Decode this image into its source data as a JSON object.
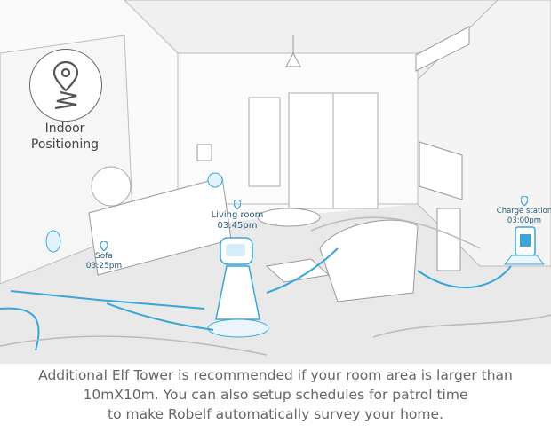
{
  "feature": {
    "icon": "location-pin-path-icon",
    "title_line1": "Indoor",
    "title_line2": "Positioning"
  },
  "markers": [
    {
      "label": "Living room",
      "time": "03:45pm"
    },
    {
      "label": "Sofa",
      "time": "03:25pm"
    },
    {
      "label": "Charge station",
      "time": "03:00pm"
    }
  ],
  "caption": {
    "line1": "Additional Elf Tower is recommended if your room area is larger than",
    "line2": "10mX10m.  You can also setup schedules for patrol time",
    "line3": "to make Robelf automatically survey your home."
  },
  "colors": {
    "accent": "#3aa6d8",
    "marker_text": "#2a5a78",
    "line": "#9a9a9a"
  }
}
